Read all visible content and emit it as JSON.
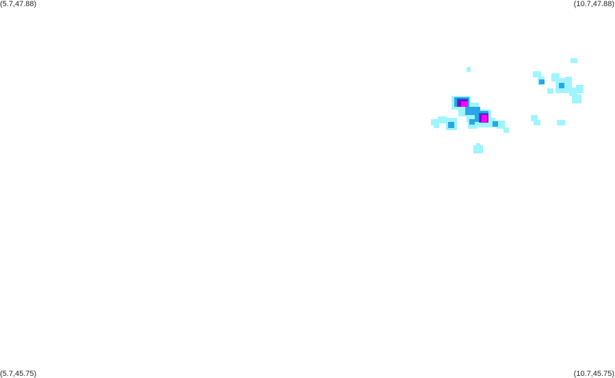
{
  "corners": {
    "top_left": "(5.7,47.88)",
    "top_right": "(10.7,47.88)",
    "bottom_left": "(5.7,45.75)",
    "bottom_right": "(10.7,45.75)"
  },
  "colors": {
    "background": "#ffffff",
    "light": "#9ff5ff",
    "cyan": "#62e4f5",
    "blue": "#2aa6e6",
    "dark_blue": "#2a4fd6",
    "purple": "#8a00c8",
    "magenta": "#ff00ff"
  }
}
